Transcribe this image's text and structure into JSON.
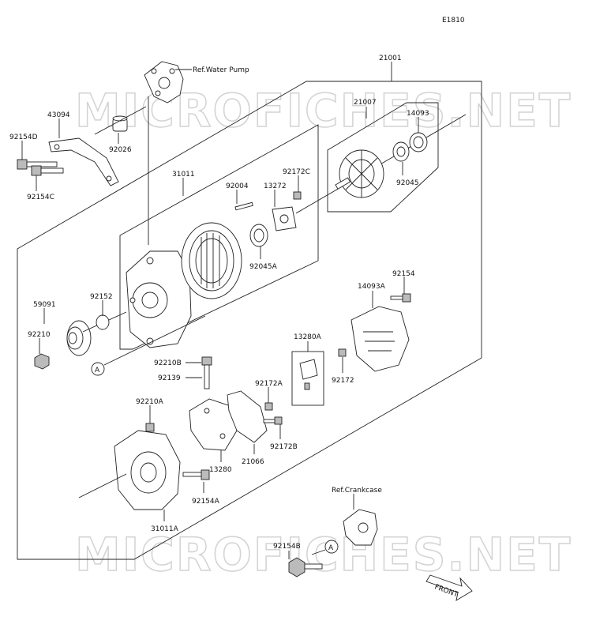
{
  "diagram_code": "E1810",
  "watermark": "MICROFICHES.NET",
  "ref_labels": {
    "water_pump": "Ref.Water Pump",
    "crankcase": "Ref.Crankcase"
  },
  "front_label": "FRONT",
  "callout_letter": "A",
  "parts": {
    "p21001": "21001",
    "p21007": "21007",
    "p14093": "14093",
    "p92045": "92045",
    "p43094": "43094",
    "p92154D": "92154D",
    "p92026": "92026",
    "p92154C": "92154C",
    "p31011": "31011",
    "p92004": "92004",
    "p13272": "13272",
    "p92172C": "92172C",
    "p92045A": "92045A",
    "p59091": "59091",
    "p92152": "92152",
    "p92210": "92210",
    "p14093A": "14093A",
    "p92154": "92154",
    "p13280A": "13280A",
    "p92172": "92172",
    "p92210B": "92210B",
    "p92139": "92139",
    "p92172A": "92172A",
    "p92210A": "92210A",
    "p92172B": "92172B",
    "p21066": "21066",
    "p13280": "13280",
    "p92154A": "92154A",
    "p31011A": "31011A",
    "p92154B": "92154B"
  }
}
